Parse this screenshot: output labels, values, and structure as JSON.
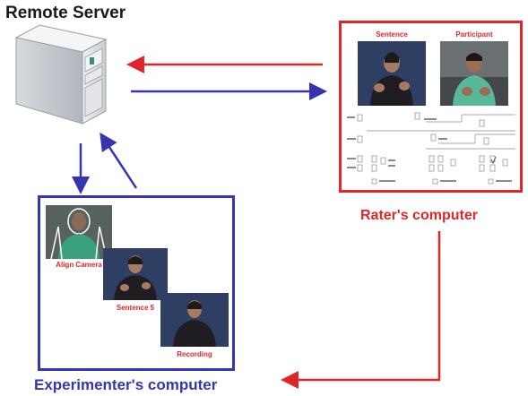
{
  "remote": {
    "title": "Remote Server"
  },
  "rater": {
    "title": "Rater's computer",
    "col_left": "Sentence",
    "col_right": "Participant"
  },
  "experimenter": {
    "title": "Experimenter's computer",
    "step1": "Align Camera",
    "step2": "Sentence 5",
    "step3": "Recording"
  },
  "colors": {
    "red": "#e0262a",
    "blue": "#3535b0"
  }
}
